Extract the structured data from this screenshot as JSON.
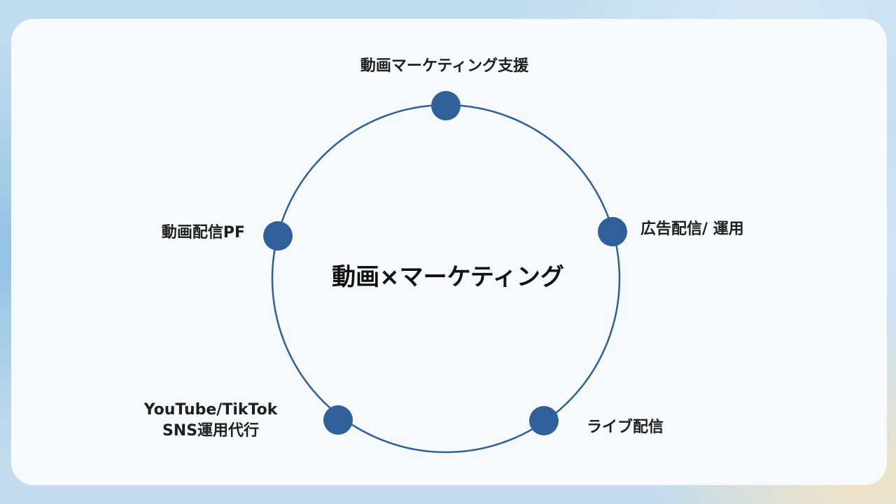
{
  "center": {
    "title": "動画×マーケティング"
  },
  "nodes": [
    {
      "id": "top",
      "label": "動画マーケティング支援"
    },
    {
      "id": "right",
      "label": "広告配信/ 運用"
    },
    {
      "id": "bottom_right",
      "label": "ライブ配信"
    },
    {
      "id": "bottom_left",
      "lines": [
        "YouTube/TikTok",
        "SNS運用代行"
      ]
    },
    {
      "id": "left",
      "label": "動画配信PF"
    }
  ],
  "colors": {
    "circle_stroke": "#2f5f93",
    "node_fill": "#30609a",
    "card_background": "#f6fafd"
  }
}
